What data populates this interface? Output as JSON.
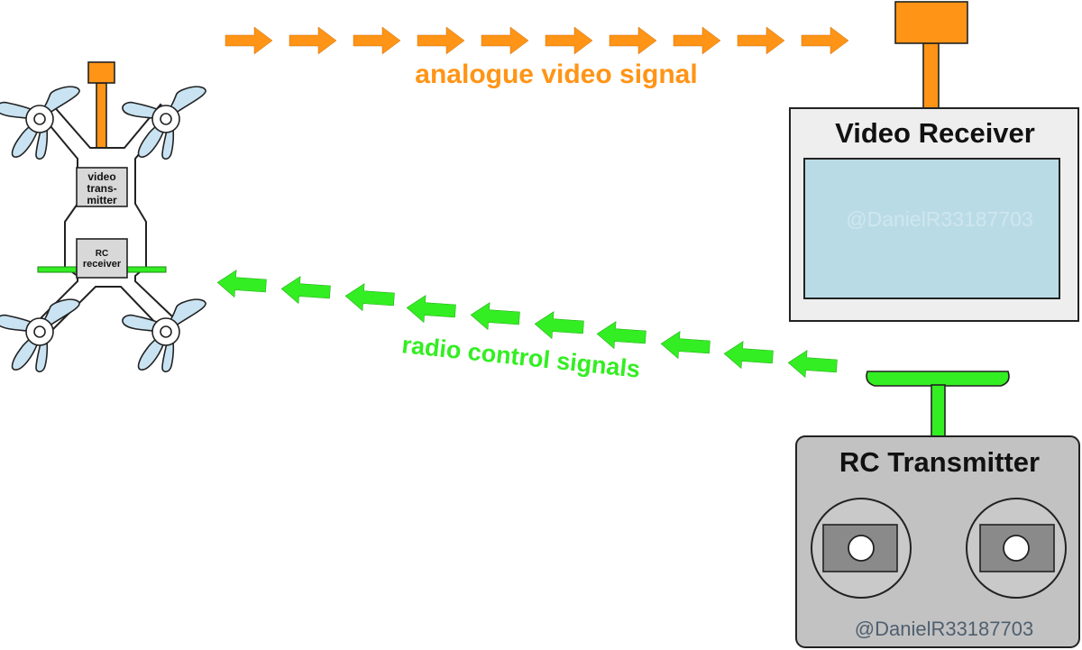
{
  "drone": {
    "video_tx_label": [
      "video",
      "trans-",
      "mitter"
    ],
    "rc_rx_label": [
      "RC",
      "receiver"
    ]
  },
  "video_receiver": {
    "title": "Video Receiver",
    "watermark": "@DanielR33187703"
  },
  "rc_transmitter": {
    "title": "RC Transmitter",
    "watermark": "@DanielR33187703"
  },
  "signals": {
    "video_label": "analogue video signal",
    "radio_label": "radio control signals"
  },
  "colors": {
    "video": "#ff9416",
    "radio": "#33ee22",
    "drone_blade": "#c9e3f2",
    "screen": "#b9dbe6",
    "receiver_box": "#eeeeee",
    "transmitter_box": "#c2c2c2",
    "module_box": "#d8d8d8"
  }
}
